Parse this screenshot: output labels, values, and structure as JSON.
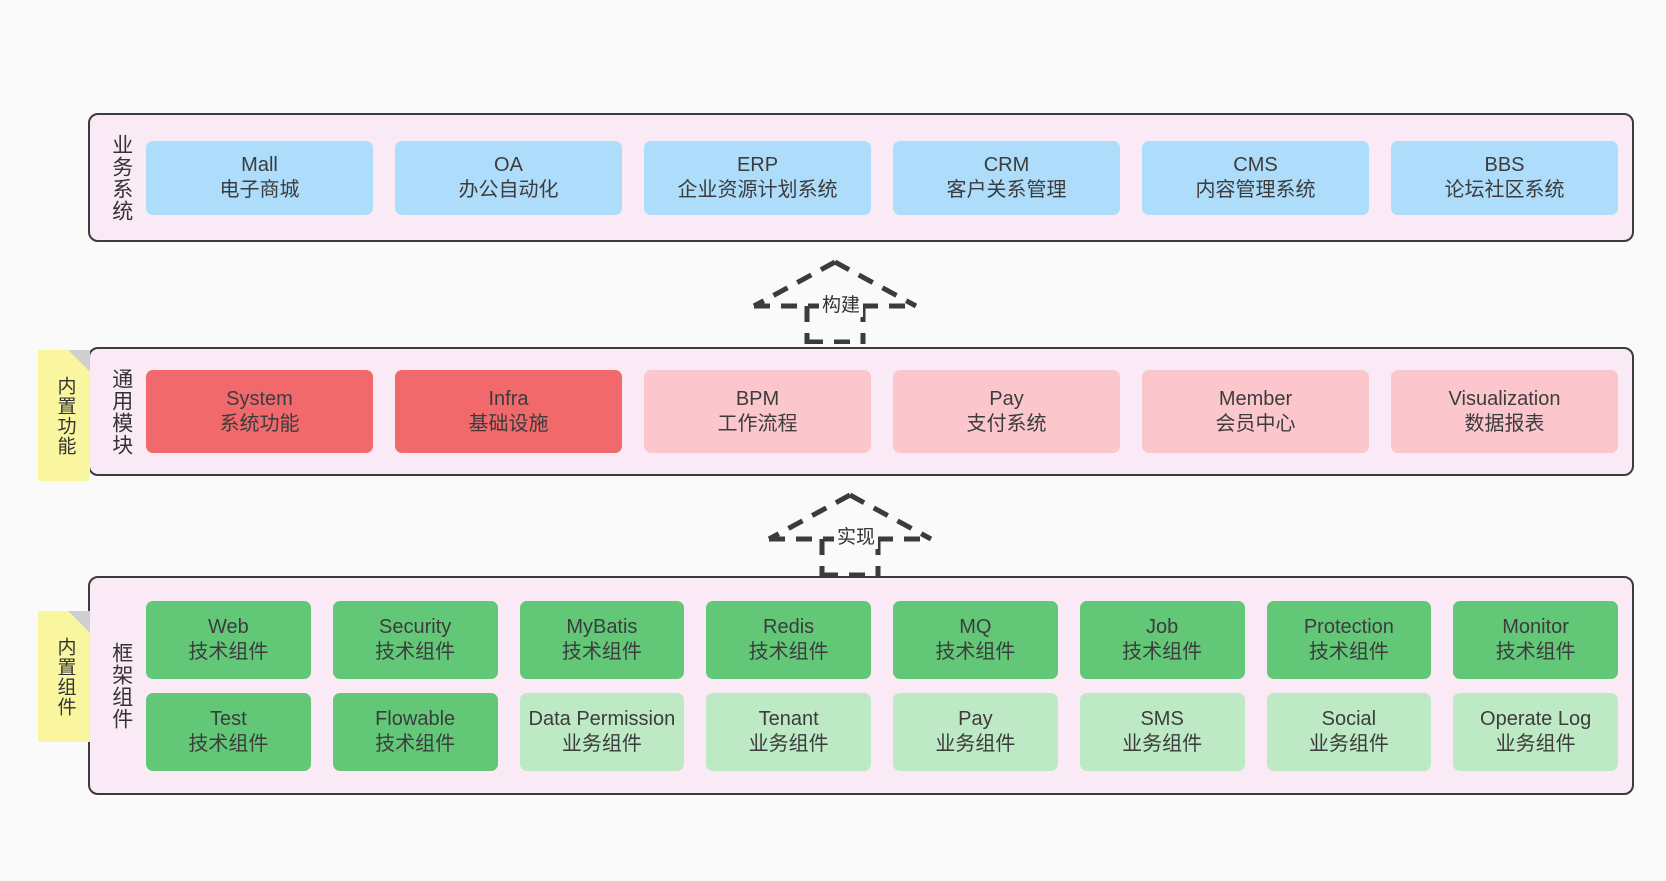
{
  "diagram": {
    "background": "#fafafa",
    "layer_bg": "#FAEAF5",
    "layer_border": "#3B3B3B"
  },
  "notes": [
    {
      "name": "built-in-functions",
      "text": "内置功能",
      "color": "#FAF6A0"
    },
    {
      "name": "built-in-components",
      "text": "内置组件",
      "color": "#FAF6A0"
    }
  ],
  "layers": [
    {
      "id": "business",
      "title": "业务系统",
      "card_color": "#AEDDFB",
      "rows": [
        [
          {
            "en": "Mall",
            "cn": "电子商城",
            "color": "#AEDDFB"
          },
          {
            "en": "OA",
            "cn": "办公自动化",
            "color": "#AEDDFB"
          },
          {
            "en": "ERP",
            "cn": "企业资源计划系统",
            "color": "#AEDDFB"
          },
          {
            "en": "CRM",
            "cn": "客户关系管理",
            "color": "#AEDDFB"
          },
          {
            "en": "CMS",
            "cn": "内容管理系统",
            "color": "#AEDDFB"
          },
          {
            "en": "BBS",
            "cn": "论坛社区系统",
            "color": "#AEDDFB"
          }
        ]
      ]
    },
    {
      "id": "modules",
      "title": "通用模块",
      "rows": [
        [
          {
            "en": "System",
            "cn": "系统功能",
            "color": "#F2696B"
          },
          {
            "en": "Infra",
            "cn": "基础设施",
            "color": "#F2696B"
          },
          {
            "en": "BPM",
            "cn": "工作流程",
            "color": "#FBC7CD"
          },
          {
            "en": "Pay",
            "cn": "支付系统",
            "color": "#FBC7CD"
          },
          {
            "en": "Member",
            "cn": "会员中心",
            "color": "#FBC7CD"
          },
          {
            "en": "Visualization",
            "cn": "数据报表",
            "color": "#FBC7CD"
          }
        ]
      ]
    },
    {
      "id": "framework",
      "title": "框架组件",
      "rows": [
        [
          {
            "en": "Web",
            "cn": "技术组件",
            "color": "#62C878"
          },
          {
            "en": "Security",
            "cn": "技术组件",
            "color": "#62C878"
          },
          {
            "en": "MyBatis",
            "cn": "技术组件",
            "color": "#62C878"
          },
          {
            "en": "Redis",
            "cn": "技术组件",
            "color": "#62C878"
          },
          {
            "en": "MQ",
            "cn": "技术组件",
            "color": "#62C878"
          },
          {
            "en": "Job",
            "cn": "技术组件",
            "color": "#62C878"
          },
          {
            "en": "Protection",
            "cn": "技术组件",
            "color": "#62C878"
          },
          {
            "en": "Monitor",
            "cn": "技术组件",
            "color": "#62C878"
          }
        ],
        [
          {
            "en": "Test",
            "cn": "技术组件",
            "color": "#62C878"
          },
          {
            "en": "Flowable",
            "cn": "技术组件",
            "color": "#62C878"
          },
          {
            "en": "Data Permission",
            "cn": "业务组件",
            "color": "#BDE9C4"
          },
          {
            "en": "Tenant",
            "cn": "业务组件",
            "color": "#BDE9C4"
          },
          {
            "en": "Pay",
            "cn": "业务组件",
            "color": "#BDE9C4"
          },
          {
            "en": "SMS",
            "cn": "业务组件",
            "color": "#BDE9C4"
          },
          {
            "en": "Social",
            "cn": "业务组件",
            "color": "#BDE9C4"
          },
          {
            "en": "Operate Log",
            "cn": "业务组件",
            "color": "#BDE9C4"
          }
        ]
      ]
    }
  ],
  "arrows": [
    {
      "name": "build",
      "label": "构建",
      "style": "dashed-generalization",
      "direction": "up"
    },
    {
      "name": "implement",
      "label": "实现",
      "style": "dashed-generalization",
      "direction": "up"
    }
  ]
}
